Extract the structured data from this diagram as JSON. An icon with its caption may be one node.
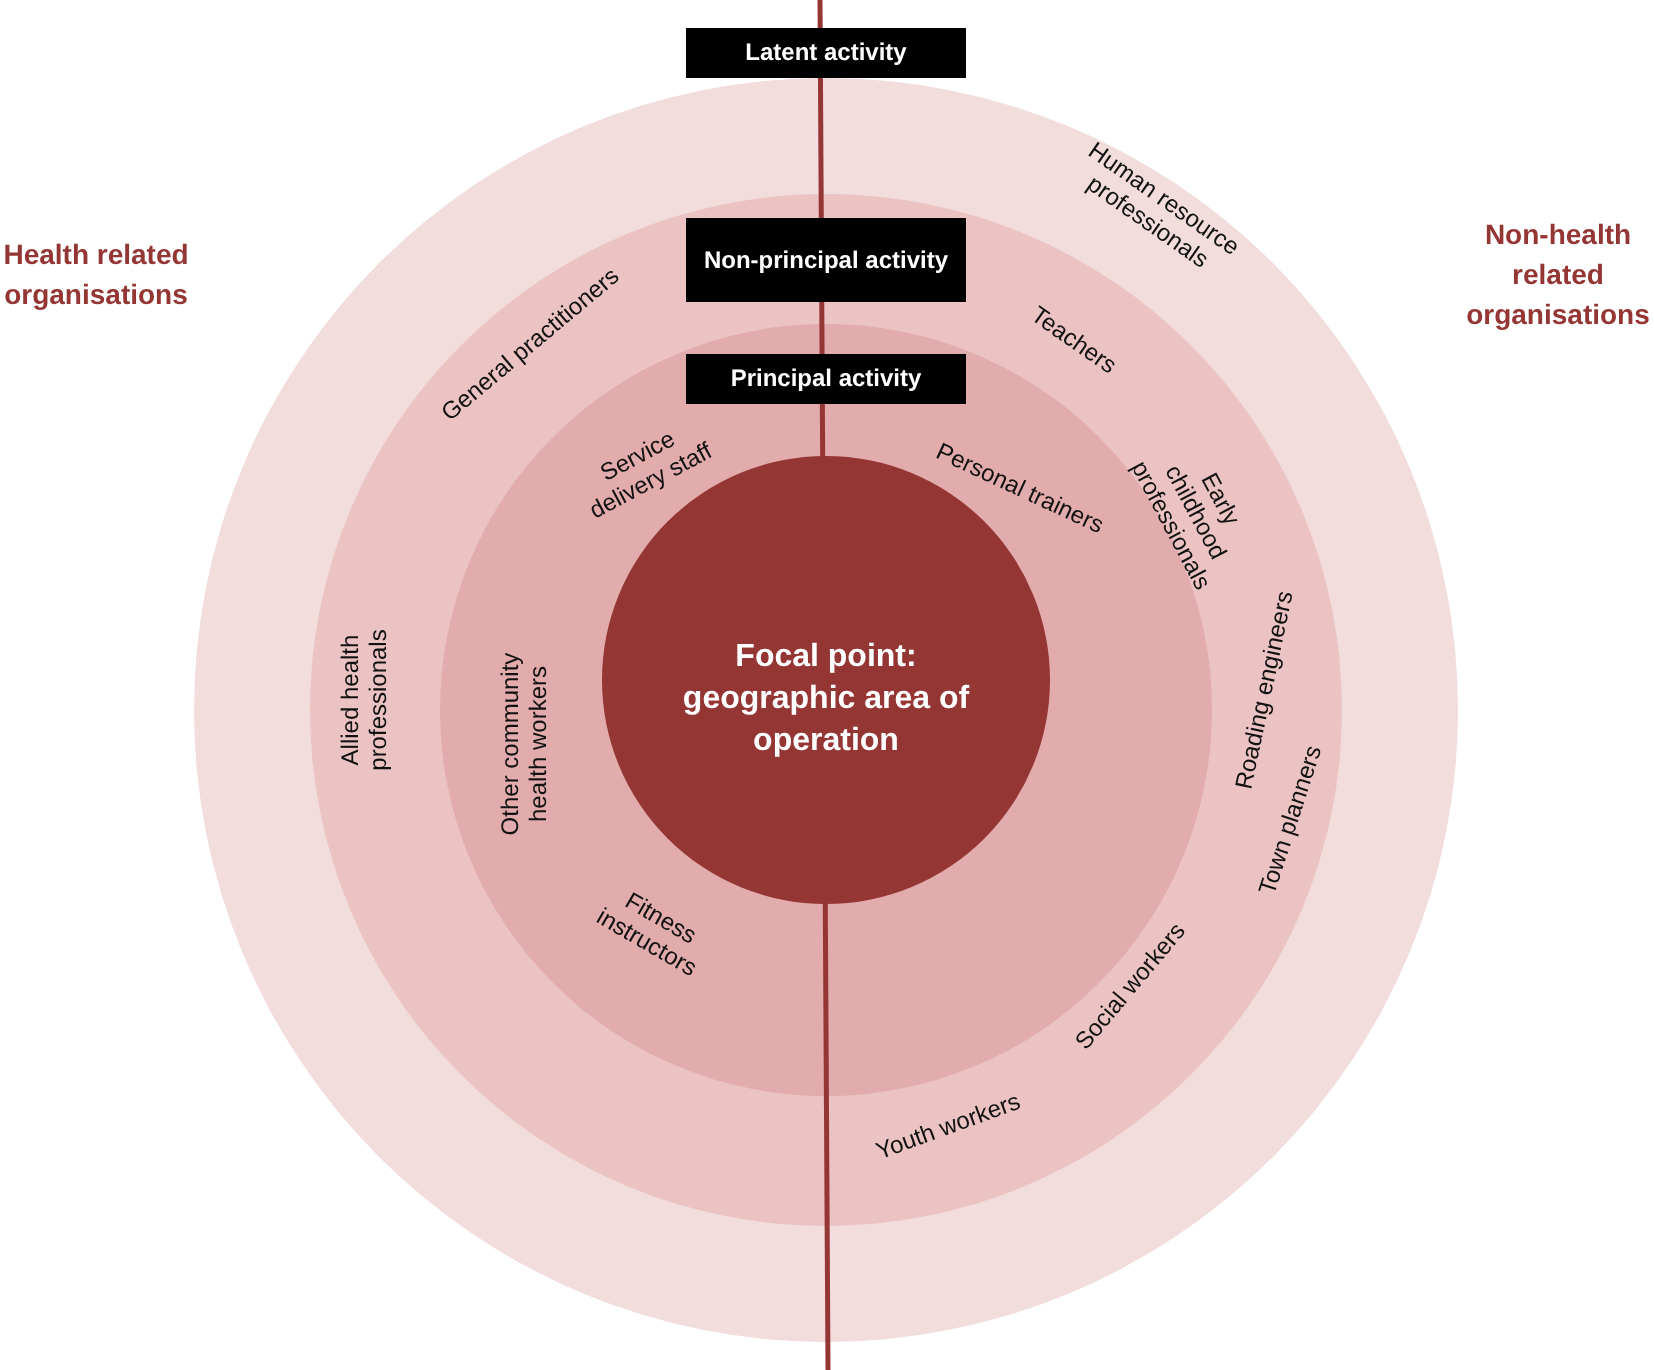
{
  "diagram": {
    "nodes": [
      {
        "text": [
          "Latent activity"
        ]
      },
      {
        "text": [
          "Non-principal activity"
        ],
        "in": 0
      },
      {
        "text": [
          "Principal activity"
        ],
        "in": 1
      },
      {
        "text": [
          "Focal point: geographic area of operation"
        ],
        "in": 2
      }
    ],
    "labels": [
      "Health related organisations",
      "Non-health related organisations",
      "Human resource professionals",
      "General practitioners",
      "Teachers",
      "Service delivery staff",
      "Personal trainers",
      "Early childhood professionals",
      "Allied health professionals",
      "Other community health workers",
      "Roading engineers",
      "Town planners",
      "Fitness instructors",
      "Social workers",
      "Youth workers"
    ]
  }
}
